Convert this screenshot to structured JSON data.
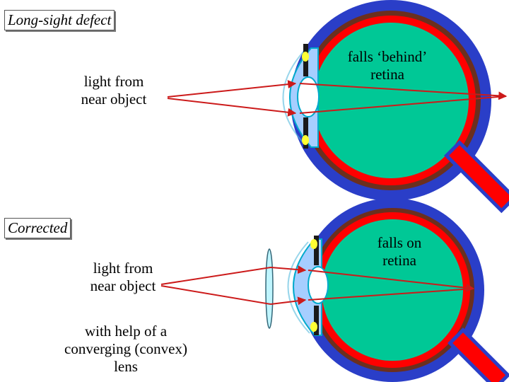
{
  "title_top": "Long-sight defect",
  "title_bottom": "Corrected",
  "top": {
    "light_source_label": "light from near object",
    "focus_label": "falls ‘behind’ retina"
  },
  "bottom": {
    "light_source_label": "light from near object",
    "focus_label": "falls on retina",
    "lens_label": "with help of a converging (convex) lens"
  },
  "colors": {
    "sclera": "#2a3ec8",
    "choroid": "#6b2f1e",
    "retina": "#ff0000",
    "vitreous": "#00c896",
    "cornea": "#a6ceff",
    "rays": "#cc1a1a",
    "iris": "#1a1a1a",
    "ciliary": "#ffff33",
    "lens": "#bff5ff"
  }
}
